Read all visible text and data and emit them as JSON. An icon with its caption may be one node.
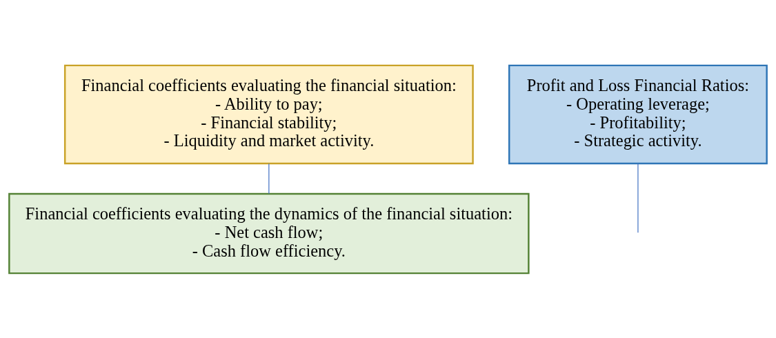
{
  "diagram": {
    "nodes": [
      {
        "text": [
          "Financial coefficients evaluating the financial situation:",
          "- Ability to pay;",
          "- Financial stability;",
          "- Liquidity and market activity."
        ]
      },
      {
        "text": [
          "Profit and Loss Financial Ratios:",
          "- Operating leverage;",
          "- Profitability;",
          "- Strategic activity."
        ]
      },
      {
        "text": [
          "Financial coefficients evaluating the dynamics of the financial situation:",
          "- Net cash flow;",
          "- Cash flow efficiency."
        ]
      }
    ],
    "edges": [
      {
        "from": 0,
        "to": 2,
        "arrow": "none",
        "color": "#4472c4"
      },
      {
        "from": 1,
        "to": null,
        "arrow": "none",
        "color": "#4472c4"
      }
    ]
  }
}
